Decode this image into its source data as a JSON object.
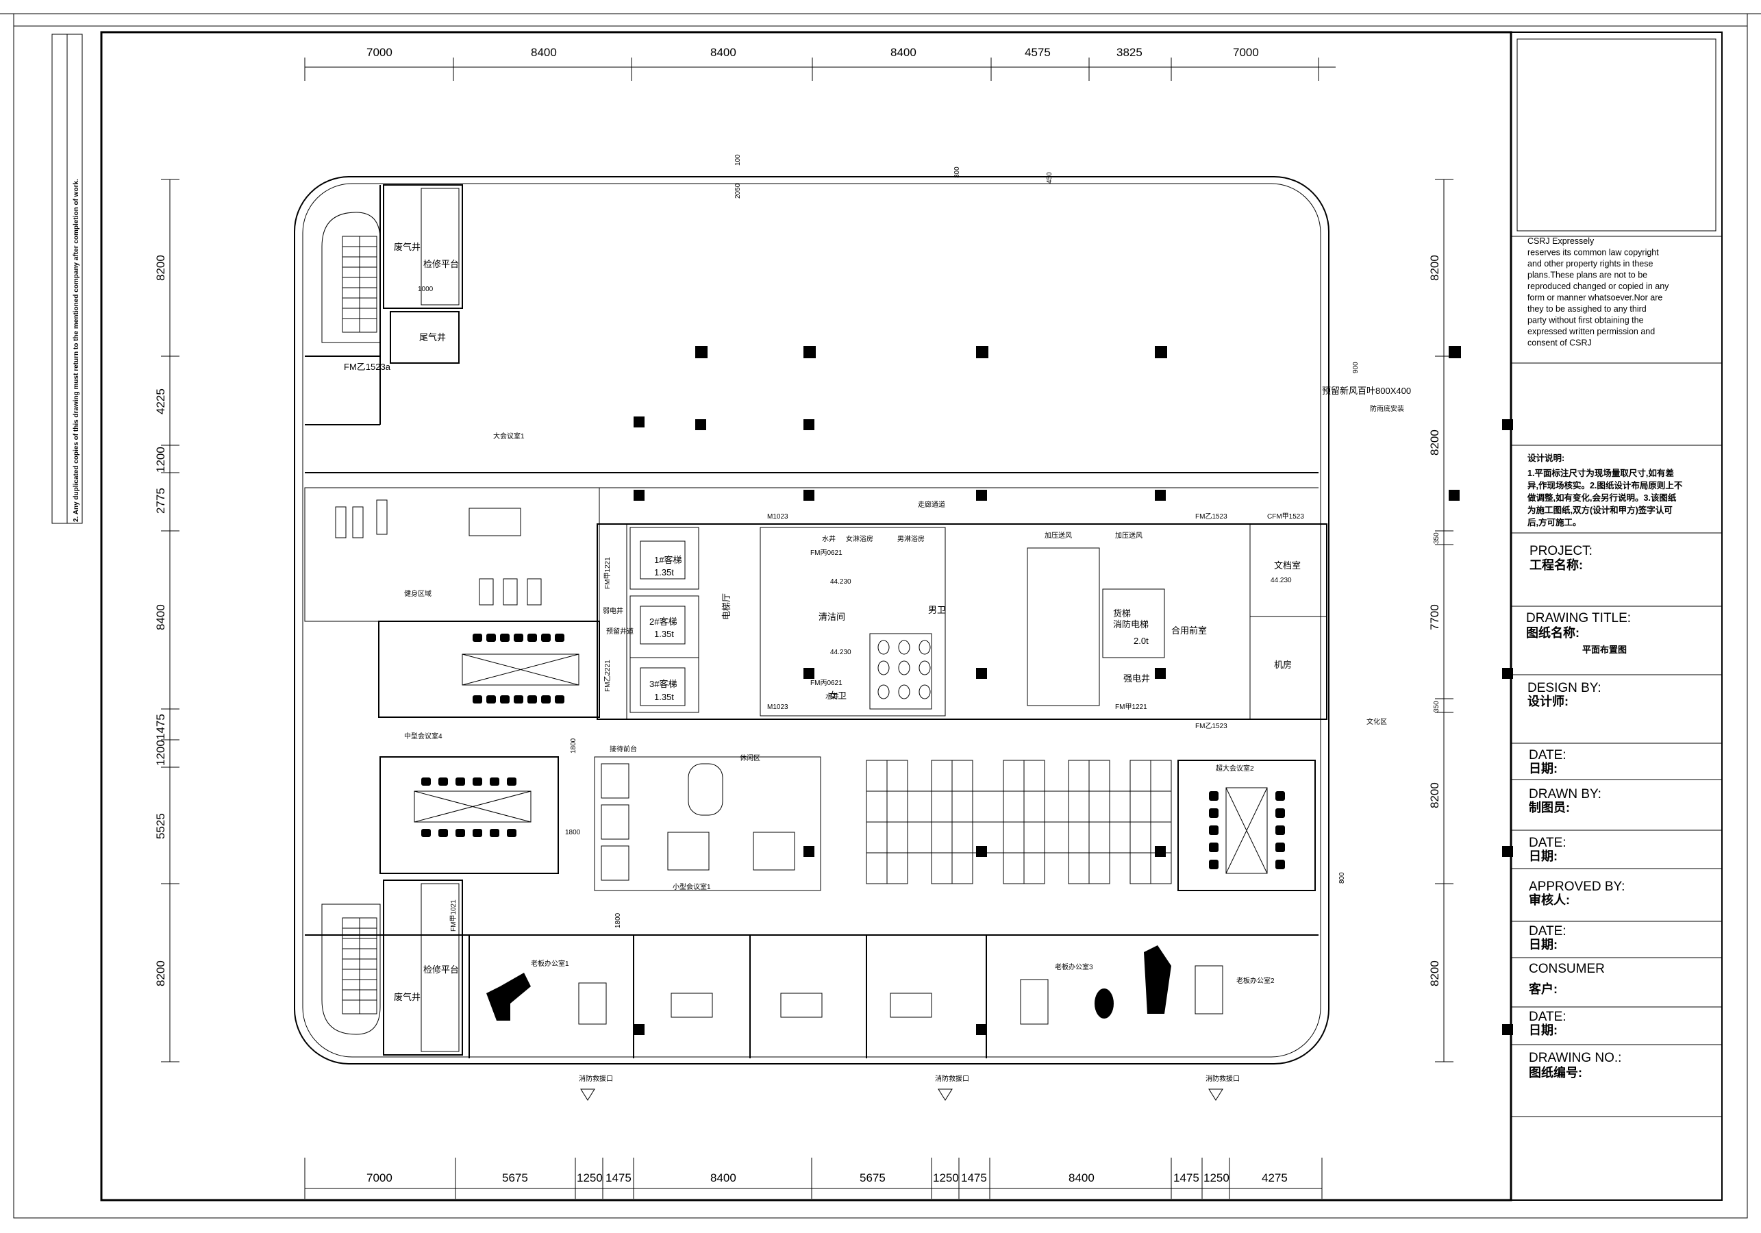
{
  "side_note": "2. Any duplicated copies of this drawing must return to the mentioned company after completion of work.",
  "dimensions": {
    "top": [
      "7000",
      "8400",
      "8400",
      "8400",
      "4575",
      "3825",
      "7000"
    ],
    "bottom": [
      "7000",
      "5675",
      "1250",
      "1475",
      "8400",
      "5675",
      "1250",
      "1475",
      "8400",
      "1475",
      "1250",
      "4275"
    ],
    "left": [
      "8200",
      "4225",
      "1200",
      "2775",
      "8400",
      "1475",
      "1200",
      "5525",
      "8200"
    ],
    "right": [
      "8200",
      "8200",
      "350",
      "7700",
      "350",
      "8200",
      "8200"
    ],
    "misc": [
      "2050",
      "100",
      "300",
      "450",
      "1000",
      "1800",
      "1800",
      "1800",
      "900",
      "800"
    ]
  },
  "room_labels": {
    "exhaust_shaft_top": "废气井",
    "inspection_platform_top": "检修平台",
    "tail_gas_shaft": "尾气井",
    "fm_top_left": "FM乙1523a",
    "big_meeting_room": "大会议室1",
    "fresh_air": "预留新风百叶800X400",
    "fresh_air_note": "防雨底安装",
    "fitness_area": "健身区域",
    "medium_meeting": "中型会议室4",
    "fm1221": "FM甲1221",
    "weak_shaft": "弱电井",
    "reserved_shaft": "预留井道",
    "fm2221": "FM乙2221",
    "elevator1": "1#客梯",
    "elevator2": "2#客梯",
    "elevator3": "3#客梯",
    "elev_load": "1.35t",
    "elevator_hall": "电梯厅",
    "m1023": "M1023",
    "water_shaft": "水井",
    "fmb0621": "FM丙0621",
    "cleaning": "清洁间",
    "womens_toilet": "女卫",
    "mens_toilet": "男卫",
    "level": "44.230",
    "womens_shower": "女淋浴房",
    "mens_shower": "男淋浴房",
    "corridor": "走廊通道",
    "shaft_wind": "加压送风",
    "fire_elevator": "货梯\n消防电梯",
    "fire_load": "2.0t",
    "strong_shaft": "强电井",
    "fmb1221": "FM甲1221",
    "fm1523": "FM乙1523",
    "cfm1523": "CFM甲1523",
    "archive": "文档室",
    "shared_front": "合用前室",
    "machine_room": "机房",
    "reception": "接待前台",
    "rest_area": "休闲区",
    "small_meeting": "小型会议室1",
    "large_meeting2": "超大会议室2",
    "office1": "老板办公室1",
    "office2": "老板办公室2",
    "office3": "老板办公室3",
    "smoke_exit": "消防救援口",
    "exhaust_shaft_bottom": "废气井",
    "inspection_platform_bottom": "检修平台",
    "fm_bottom": "FM甲1021",
    "office_area": "文化区"
  },
  "title_block": {
    "copyright": "CSRJ Expressely\nreserves its common law copyright\nand other property rights in these\nplans.These plans are not to be\nreproduced changed or copied in any\nform or manner whatsoever.Nor are\nthey  to be assighed to any third\nparty without first obtaining the\nexpressed written permission and\nconsent of CSRJ",
    "design_notes_title": "设计说明:",
    "design_notes": "1.平面标注尺寸为现场量取尺寸,如有差\n异,作现场核实。2.图纸设计布局原则上不\n做调整,如有变化,会另行说明。3.该图纸\n为施工图纸,双方(设计和甲方)签字认可\n后,方可施工。",
    "project_label": "PROJECT:",
    "project_cn": "工程名称:",
    "drawing_title_label": "DRAWING TITLE:",
    "drawing_title_cn": "图纸名称:",
    "drawing_title_value": "平面布置图",
    "design_by_label": "DESIGN BY:",
    "design_by_cn": "设计师:",
    "date_label": "DATE:",
    "date_cn": "日期:",
    "drawn_by_label": "DRAWN BY:",
    "drawn_by_cn": "制图员:",
    "approved_by_label": "APPROVED BY:",
    "approved_by_cn": "审核人:",
    "consumer_label": "CONSUMER",
    "consumer_cn": "客户:",
    "drawing_no_label": "DRAWING NO.:",
    "drawing_no_cn": "图纸编号:"
  }
}
